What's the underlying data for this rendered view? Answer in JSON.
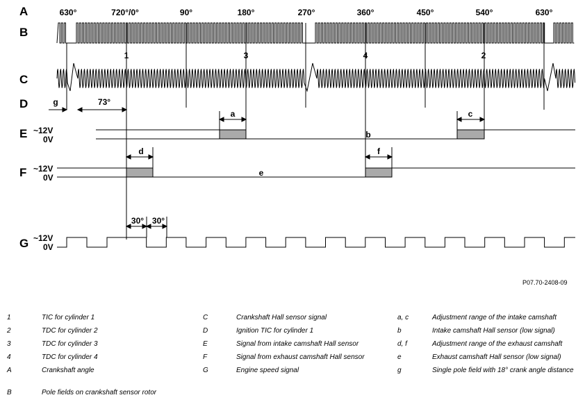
{
  "diagram": {
    "row_labels": [
      "A",
      "B",
      "C",
      "D",
      "E",
      "F",
      "G"
    ],
    "angles": [
      "630°",
      "720°/0°",
      "90°",
      "180°",
      "270°",
      "360°",
      "450°",
      "540°",
      "630°"
    ],
    "cylinders": [
      "1",
      "3",
      "4",
      "2"
    ],
    "voltage_high": "~12V",
    "voltage_low": "0V",
    "d_labels": [
      "g",
      "73°"
    ],
    "dim_labels": {
      "a": "a",
      "b": "b",
      "c": "c",
      "d": "d",
      "e": "e",
      "f": "f"
    },
    "g_labels": [
      "30°",
      "30°"
    ]
  },
  "doc_ref": "P07.70-2408-09",
  "legend": {
    "col1": [
      {
        "key": "1",
        "text": "TIC for cylinder 1"
      },
      {
        "key": "2",
        "text": "TDC for cylinder 2"
      },
      {
        "key": "3",
        "text": "TDC for cylinder 3"
      },
      {
        "key": "4",
        "text": "TDC for cylinder 4"
      },
      {
        "key": "A",
        "text": "Crankshaft angle"
      },
      {
        "key": "B",
        "text": "Pole fields on crankshaft sensor rotor"
      }
    ],
    "col2": [
      {
        "key": "C",
        "text": "Crankshaft Hall sensor signal"
      },
      {
        "key": "D",
        "text": "Ignition TIC for cylinder 1"
      },
      {
        "key": "E",
        "text": "Signal from intake camshaft Hall sensor"
      },
      {
        "key": "F",
        "text": "Signal from exhaust camshaft Hall sensor"
      },
      {
        "key": "G",
        "text": "Engine speed signal"
      }
    ],
    "col3": [
      {
        "key": "a, c",
        "text": "Adjustment range of the intake camshaft"
      },
      {
        "key": "b",
        "text": "Intake camshaft Hall sensor (low signal)"
      },
      {
        "key": "d, f",
        "text": "Adjustment range of the exhaust camshaft"
      },
      {
        "key": "e",
        "text": "Exhaust camshaft Hall sensor (low signal)"
      },
      {
        "key": "g",
        "text": "Single pole field with 18° crank angle distance"
      }
    ]
  }
}
